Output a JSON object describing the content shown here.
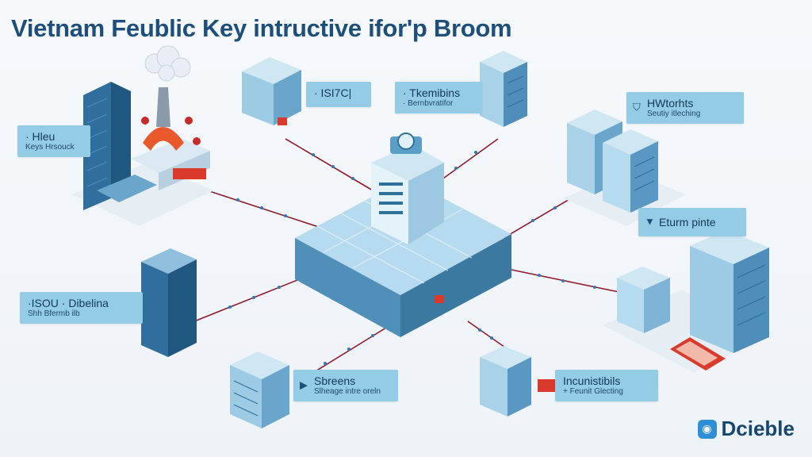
{
  "title": "Vietnam Feublic Key intructive ifor'p Broom",
  "labels": {
    "hleu": {
      "line1": "· Hleu",
      "line2": "Keys Hrsouck"
    },
    "isi7c": {
      "line1": "· ISI7C|"
    },
    "tkmibins": {
      "line1": "· Tkemibins",
      "line2": "· Bernbvratifor"
    },
    "hwtorhts": {
      "line1": "HWtorhts",
      "line2": "Seutiy itleching"
    },
    "eturmpinte": {
      "line1": "Eturm pinte"
    },
    "dibelina": {
      "line1": "·ISOU · Dibelina",
      "line2": "Shh Bfermb ilb"
    },
    "sbreens": {
      "line1": "Sbreens",
      "line2": "Slheage intre oreln"
    },
    "incunistibls": {
      "line1": "Incunistibils",
      "line2": "+ Feunit Glecting"
    }
  },
  "brand": {
    "name": "Dcieble"
  },
  "colors": {
    "label_bg": "#93cce4",
    "building": "#5b9fc4",
    "hub": "#5e9fc6",
    "connector": "#8e1b2c",
    "accent_red": "#d93a2b",
    "title": "#1d4f7a"
  },
  "icons": [
    "lock-icon",
    "shield-icon",
    "screen-icon",
    "brain-icon",
    "padlock-icon"
  ]
}
